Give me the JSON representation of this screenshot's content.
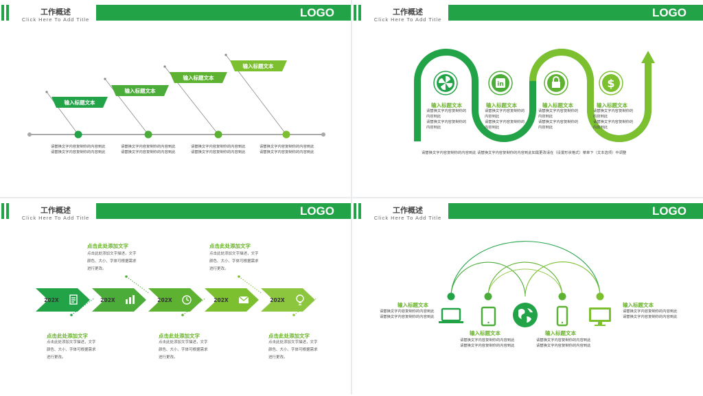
{
  "header": {
    "title": "工作概述",
    "subtitle": "Click Here To Add Title",
    "logo": "LOGO"
  },
  "slide1": {
    "flags": [
      "输入标题文本",
      "输入标题文本",
      "输入标题文本",
      "输入标题文本"
    ],
    "captions": [
      [
        "请替换文字内容复制你的内容到此",
        "请替换文字内容复制你的内容到此"
      ],
      [
        "请替换文字内容复制你的内容到此",
        "请替换文字内容复制你的内容到此"
      ],
      [
        "请替换文字内容复制你的内容到此",
        "请替换文字内容复制你的内容到此"
      ],
      [
        "请替换文字内容复制你的内容到此",
        "请替换文字内容复制你的内容到此"
      ]
    ]
  },
  "slide2": {
    "items": [
      {
        "title": "输入标题文本",
        "lines": [
          "请替换文字内容复制你的",
          "内容到此",
          "请替换文字内容复制你的",
          "内容到此"
        ],
        "icon": "pinwheel-icon"
      },
      {
        "title": "输入标题文本",
        "lines": [
          "请替换文字内容复制你的",
          "内容到此",
          "请替换文字内容复制你的",
          "内容到此"
        ],
        "icon": "linkedin-icon"
      },
      {
        "title": "输入标题文本",
        "lines": [
          "请替换文字内容复制你的",
          "内容到此",
          "请替换文字内容复制你的",
          "内容到此"
        ],
        "icon": "lock-icon"
      },
      {
        "title": "输入标题文本",
        "lines": [
          "请替换文字内容复制你的",
          "内容到此",
          "请替换文字内容复制你的",
          "内容到此"
        ],
        "icon": "dollar-icon"
      }
    ],
    "footer": "请替换文字内容复制你的内容到此 请替换文字内容复制你的内容到此如需更改请在（设置形状格式）菜单下（文本选项）中调整"
  },
  "slide3": {
    "year": "202X",
    "top_items": [
      {
        "title": "点击此处添加文字",
        "lines": [
          "点击此处添加文字描述，文字",
          "颜色、大小、字体可根据需求",
          "进行更改。"
        ]
      },
      {
        "title": "点击此处添加文字",
        "lines": [
          "点击此处添加文字描述，文字",
          "颜色、大小、字体可根据需求",
          "进行更改。"
        ]
      }
    ],
    "bottom_items": [
      {
        "title": "点击此处添加文字",
        "lines": [
          "点击此处添加文字描述，文字",
          "颜色、大小、字体可根据需求",
          "进行更改。"
        ]
      },
      {
        "title": "点击此处添加文字",
        "lines": [
          "点击此处添加文字描述，文字",
          "颜色、大小、字体可根据需求",
          "进行更改。"
        ]
      },
      {
        "title": "点击此处添加文字",
        "lines": [
          "点击此处添加文字描述，文字",
          "颜色、大小、字体可根据需求",
          "进行更改。"
        ]
      }
    ],
    "icons": [
      "document-icon",
      "chart-icon",
      "alarm-clock-icon",
      "envelope-icon",
      "lightbulb-icon"
    ]
  },
  "slide4": {
    "left": {
      "title": "输入标题文本",
      "lines": [
        "请替换文字内容复制你的内容到此",
        "请替换文字内容复制你的内容到此"
      ]
    },
    "right": {
      "title": "输入标题文本",
      "lines": [
        "请替换文字内容复制你的内容到此",
        "请替换文字内容复制你的内容到此"
      ]
    },
    "mid1": {
      "title": "输入标题文本",
      "lines": [
        "请替换文字内容复制你的内容到此",
        "请替换文字内容复制你的内容到此"
      ]
    },
    "mid2": {
      "title": "输入标题文本",
      "lines": [
        "请替换文字内容复制你的内容到此",
        "请替换文字内容复制你的内容到此"
      ]
    },
    "icons": [
      "laptop-icon",
      "tablet-icon",
      "globe-icon",
      "phone-icon",
      "monitor-icon"
    ]
  },
  "colors": {
    "primary": "#22a348",
    "accent": "#69b22a",
    "light": "#8cc63f"
  }
}
